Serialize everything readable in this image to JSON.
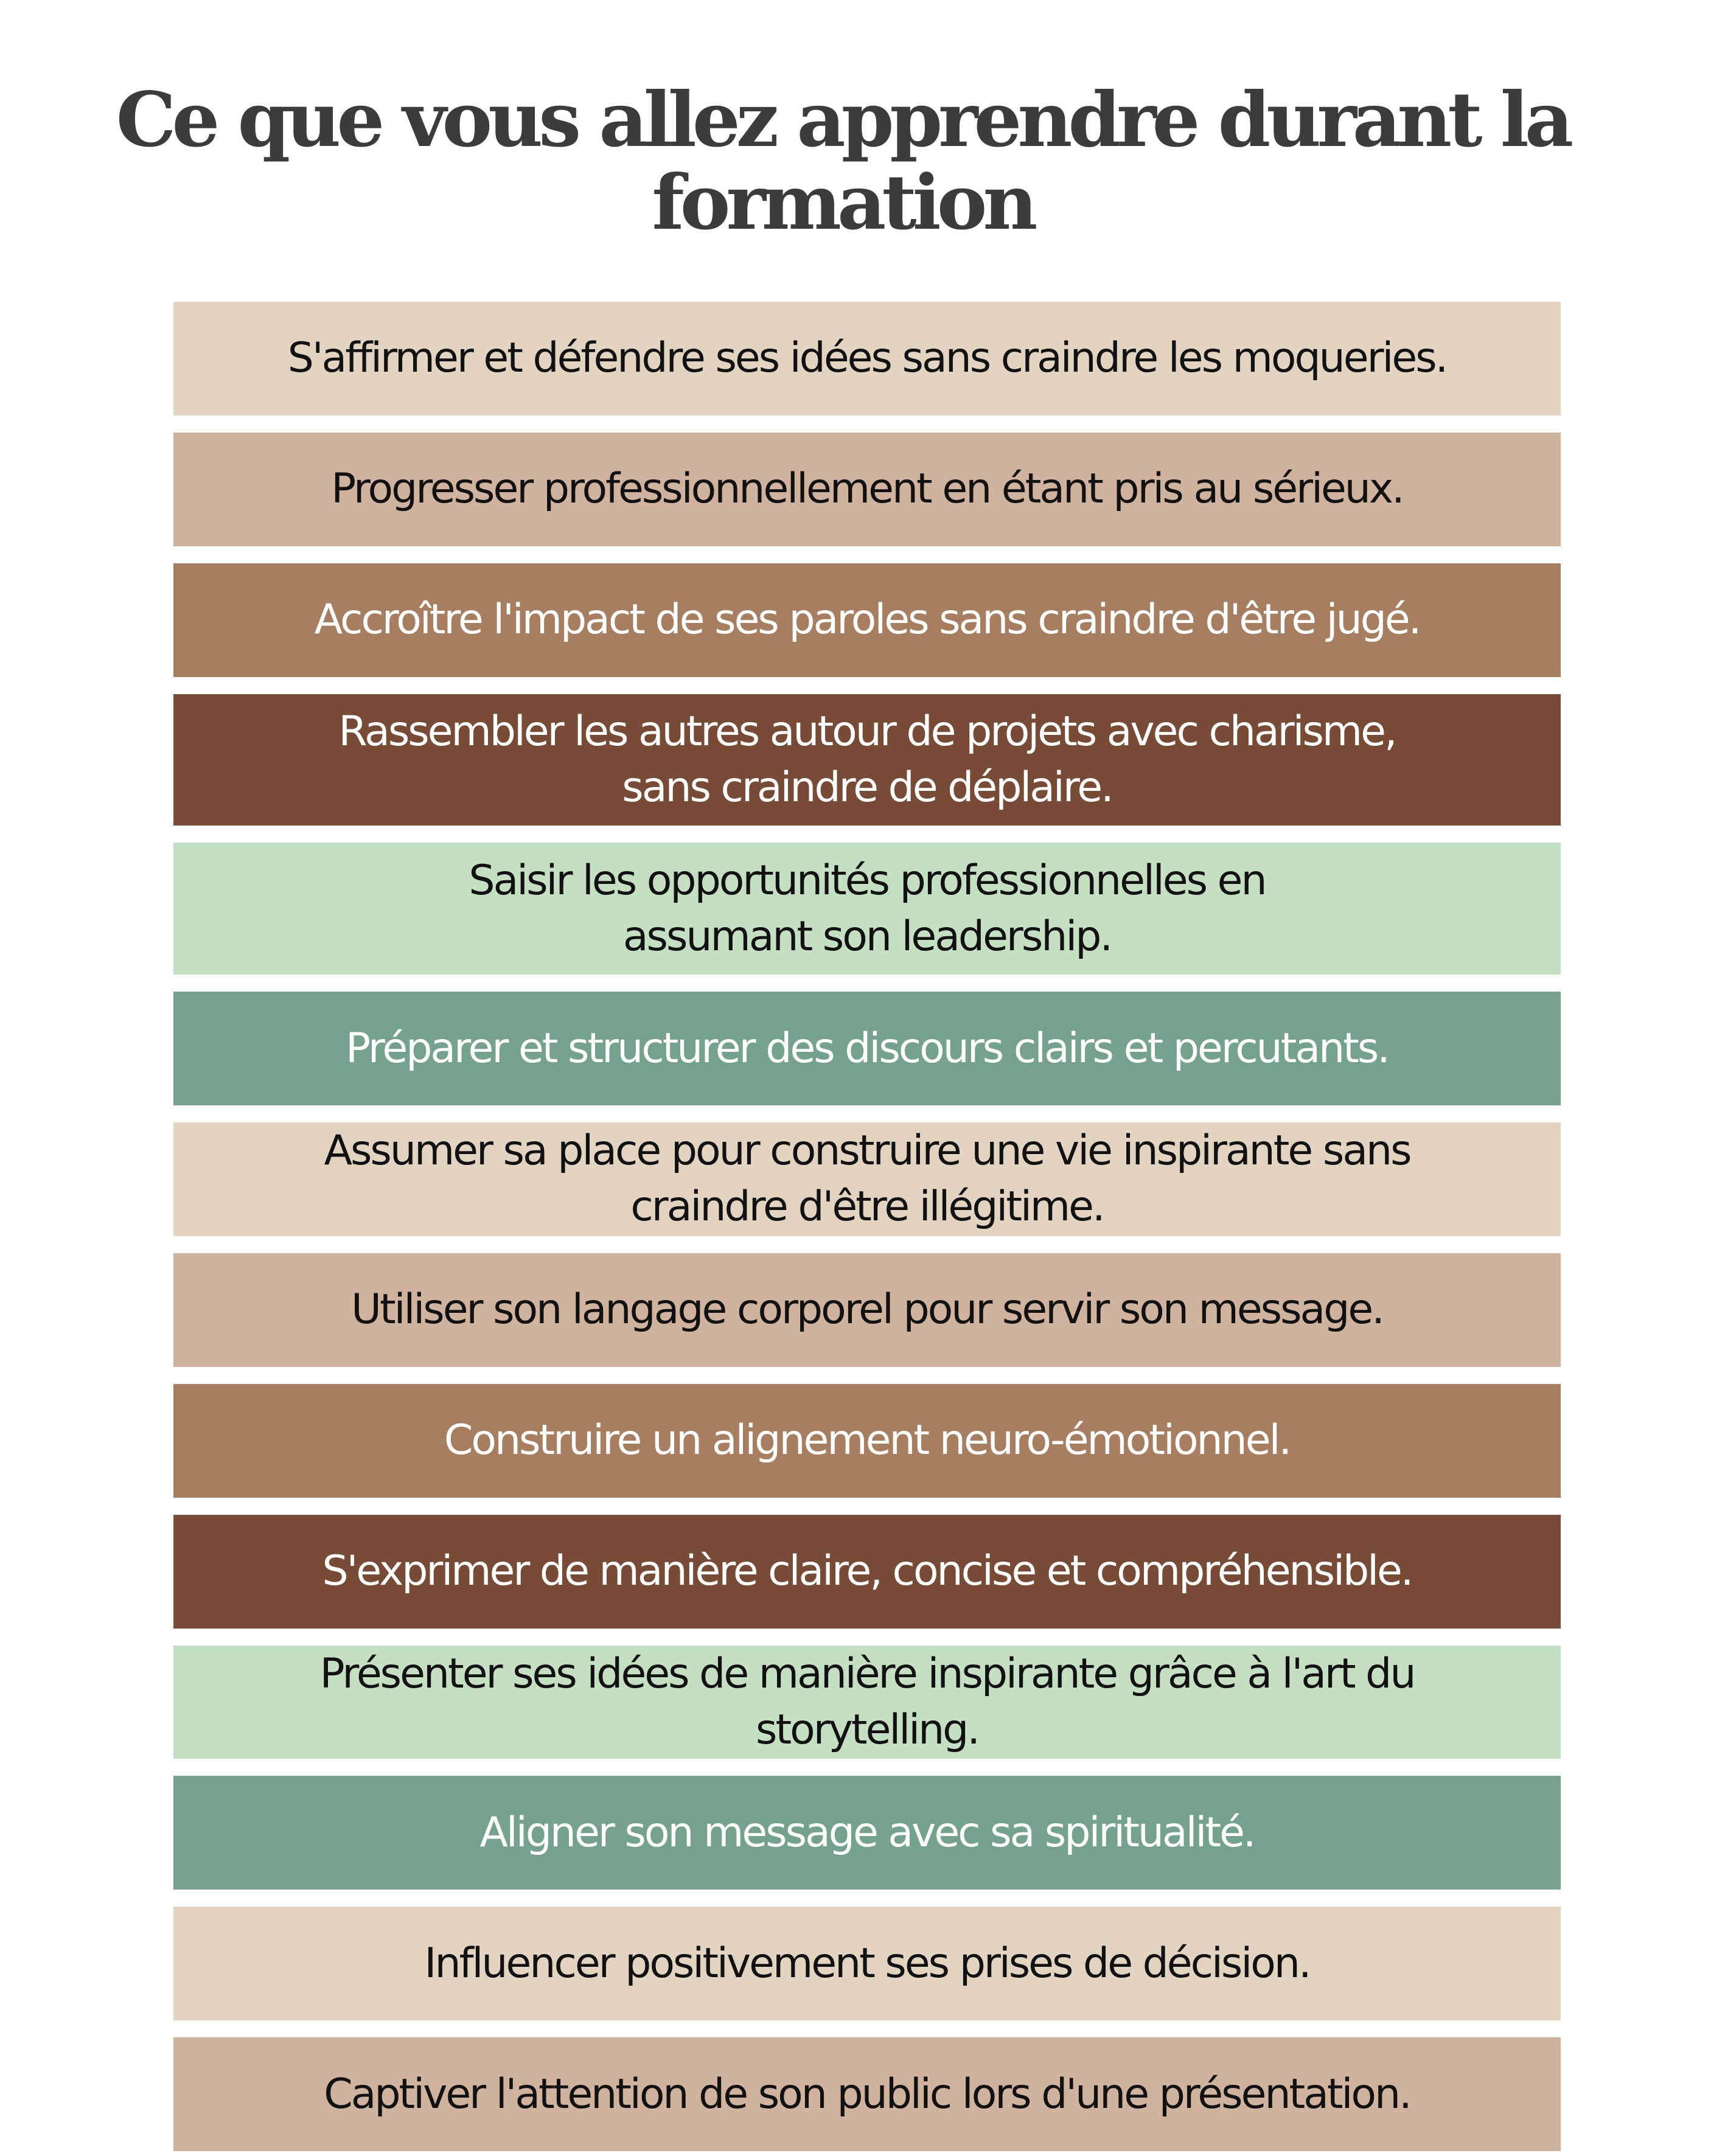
{
  "title": {
    "line1": "Ce que vous allez apprendre durant la",
    "line2": "formation"
  },
  "items": [
    {
      "lines": [
        "S'affirmer et défendre ses idées sans craindre les moqueries."
      ],
      "bg": "#e3d4c2",
      "fg": "#111111"
    },
    {
      "lines": [
        "Progresser professionnellement en étant pris au sérieux."
      ],
      "bg": "#cfb39e",
      "fg": "#111111"
    },
    {
      "lines": [
        "Accroître l'impact de ses paroles sans craindre d'être jugé."
      ],
      "bg": "#a77e60",
      "fg": "#ffffff"
    },
    {
      "lines": [
        "Rassembler les autres autour de projets avec charisme,",
        "sans craindre de déplaire."
      ],
      "bg": "#774b36",
      "fg": "#ffffff"
    },
    {
      "lines": [
        "Saisir les opportunités professionnelles en",
        "assumant son leadership."
      ],
      "bg": "#c4dfc1",
      "fg": "#111111"
    },
    {
      "lines": [
        "Préparer et structurer des discours clairs et percutants."
      ],
      "bg": "#74a28d",
      "fg": "#ffffff"
    },
    {
      "lines": [
        "Assumer sa place pour construire une vie inspirante sans",
        "craindre d'être illégitime."
      ],
      "bg": "#e3d4c2",
      "fg": "#111111"
    },
    {
      "lines": [
        "Utiliser son langage corporel pour servir son message."
      ],
      "bg": "#cfb39e",
      "fg": "#111111"
    },
    {
      "lines": [
        "Construire un alignement neuro-émotionnel."
      ],
      "bg": "#a77e60",
      "fg": "#ffffff"
    },
    {
      "lines": [
        "S'exprimer de manière claire, concise et compréhensible."
      ],
      "bg": "#774b36",
      "fg": "#ffffff"
    },
    {
      "lines": [
        "Présenter ses idées de manière inspirante grâce à l'art du",
        "storytelling."
      ],
      "bg": "#c4dfc1",
      "fg": "#111111"
    },
    {
      "lines": [
        "Aligner son message avec sa spiritualité."
      ],
      "bg": "#74a28d",
      "fg": "#ffffff"
    },
    {
      "lines": [
        "Influencer positivement ses prises de décision."
      ],
      "bg": "#e3d4c2",
      "fg": "#111111"
    },
    {
      "lines": [
        "Captiver l'attention de son public lors d'une présentation."
      ],
      "bg": "#cfb39e",
      "fg": "#111111"
    }
  ]
}
